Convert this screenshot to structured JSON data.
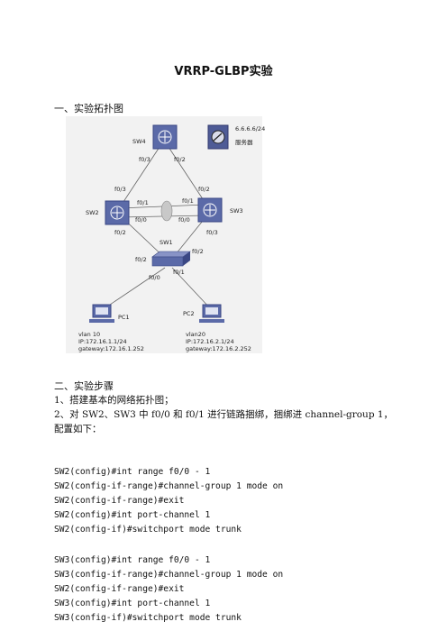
{
  "doc": {
    "title": "VRRP-GLBP实验",
    "section1": "一、实验拓扑图",
    "section2": "二、实验步骤",
    "step1": "1、搭建基本的网络拓扑图；",
    "step2": "2、对 SW2、SW3 中 f0/0 和 f0/1 进行链路捆绑，捆绑进 channel-group 1，配置如下：",
    "code_block_1": [
      "SW2(config)#int range f0/0 - 1",
      "SW2(config-if-range)#channel-group 1 mode on",
      "SW2(config-if-range)#exit",
      "SW2(config)#int port-channel 1",
      "SW2(config-if)#switchport mode trunk"
    ],
    "code_block_2": [
      "SW3(config)#int range f0/0 - 1",
      "SW3(config-if-range)#channel-group 1 mode on",
      "SW2(config-if-range)#exit",
      "SW3(config)#int port-channel 1",
      "SW3(config-if)#switchport mode trunk"
    ]
  },
  "diagram": {
    "sw4": "SW4",
    "server_ip": "6.6.6.6/24",
    "server_name": "服务器",
    "sw2": "SW2",
    "sw3": "SW3",
    "sw1": "SW1",
    "pc1": "PC1",
    "pc2": "PC2",
    "ports": {
      "sw4_left": "f0/3",
      "sw4_right": "f0/2",
      "sw2_up": "f0/3",
      "sw2_f01": "f0/1",
      "sw2_f00": "f0/0",
      "sw2_down": "f0/2",
      "sw3_up": "f0/2",
      "sw3_f01": "f0/1",
      "sw3_f00": "f0/0",
      "sw3_down": "f0/3",
      "sw1_left": "f0/2",
      "sw1_right": "f0/2",
      "sw1_f01": "f0/1",
      "sw1_f00": "f0/0"
    },
    "pc1_info": [
      "vlan 10",
      "IP:172.16.1.1/24",
      "gateway:172.16.1.252"
    ],
    "pc2_info": [
      "vlan20",
      "IP:172.16.2.1/24",
      "gateway:172.16.2.252"
    ],
    "colors": {
      "switch": "#5b6aa8",
      "switch_dark": "#3a4784",
      "line": "#666666"
    }
  }
}
